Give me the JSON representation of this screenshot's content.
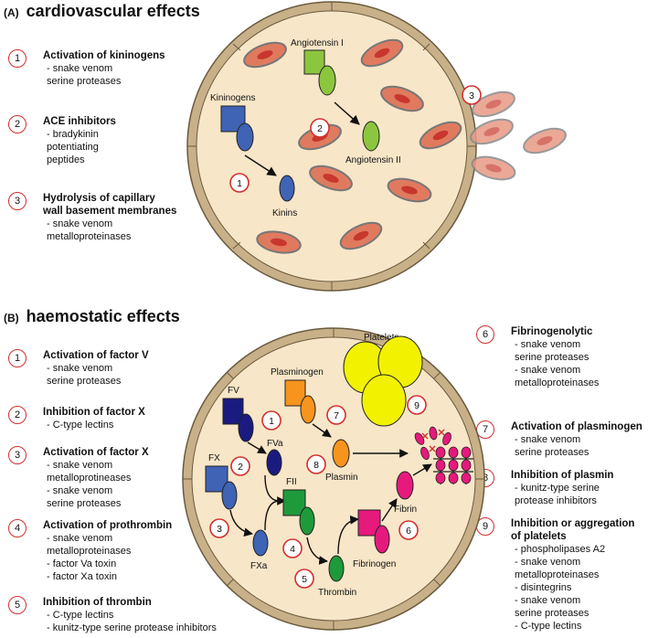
{
  "sectionA": {
    "label": "(A)",
    "title": "cardiovascular effects",
    "items": [
      {
        "num": "1",
        "title": "Activation of kininogens",
        "bullets": [
          "- snake venom\n  serine proteases"
        ]
      },
      {
        "num": "2",
        "title": "ACE inhibitors",
        "bullets": [
          "- bradykinin\n  potentiating\n  peptides"
        ]
      },
      {
        "num": "3",
        "title": "Hydrolysis of capillary\nwall basement membranes",
        "bullets": [
          "- snake venom\n  metalloproteinases"
        ]
      }
    ],
    "diagram": {
      "labels": {
        "angiotensin1": "Angiotensin I",
        "angiotensin2": "Angiotensin II",
        "kininogens": "Kininogens",
        "kinins": "Kinins"
      },
      "markers": [
        "1",
        "2",
        "3"
      ]
    }
  },
  "sectionB": {
    "label": "(B)",
    "title": "haemostatic effects",
    "left_items": [
      {
        "num": "1",
        "title": "Activation of factor V",
        "bullets": [
          "- snake venom\n  serine proteases"
        ]
      },
      {
        "num": "2",
        "title": "Inhibition of factor X",
        "bullets": [
          "- C-type lectins"
        ]
      },
      {
        "num": "3",
        "title": "Activation of factor X",
        "bullets": [
          "- snake venom\n  metalloprotineases",
          "- snake venom\n  serine proteases"
        ]
      },
      {
        "num": "4",
        "title": "Activation of prothrombin",
        "bullets": [
          "- snake venom\n  metalloproteinases",
          "- factor Va toxin",
          "- factor Xa toxin"
        ]
      },
      {
        "num": "5",
        "title": "Inhibition of thrombin",
        "bullets": [
          "- C-type lectins",
          "- kunitz-type serine protease inhibitors"
        ]
      }
    ],
    "right_items": [
      {
        "num": "6",
        "title": "Fibrinogenolytic",
        "bullets": [
          "- snake venom\n  serine proteases",
          "- snake venom\n  metalloproteinases"
        ]
      },
      {
        "num": "7",
        "title": "Activation of plasminogen",
        "bullets": [
          "- snake venom\n  serine proteases"
        ]
      },
      {
        "num": "8",
        "title": "Inhibition of plasmin",
        "bullets": [
          "- kunitz-type serine\n  protease inhibitors"
        ]
      },
      {
        "num": "9",
        "title": "Inhibition or aggregation\nof platelets",
        "bullets": [
          "- phospholipases A2",
          "- snake venom\n  metalloproteinases",
          "- disintegrins",
          "- snake venom\n  serine proteases",
          "- C-type lectins"
        ]
      }
    ],
    "diagram": {
      "labels": {
        "fv": "FV",
        "fva": "FVa",
        "fx": "FX",
        "fxa": "FXa",
        "fii": "FII",
        "plasminogen": "Plasminogen",
        "plasmin": "Plasmin",
        "platelets": "Platelets",
        "fibrin": "Fibrin",
        "fibrinogen": "Fibrinogen",
        "thrombin": "Thrombin"
      },
      "markers": [
        "1",
        "2",
        "3",
        "4",
        "5",
        "6",
        "7",
        "8",
        "9"
      ]
    }
  },
  "colors": {
    "vessel_fill": "#f8e6c8",
    "vessel_wall": "#c8b089",
    "rbc": "#e07a5f",
    "rbc_core": "#c8372e",
    "marker": "#d32f2f",
    "angiotensin": "#8cc63f",
    "kininogen": "#3f63b5",
    "factor_v": "#1a1a80",
    "factor_x": "#3f63b5",
    "prothrombin": "#1f9a3a",
    "plasminogen": "#f7941d",
    "platelets": "#f2f200",
    "fibrin": "#e6197d"
  }
}
